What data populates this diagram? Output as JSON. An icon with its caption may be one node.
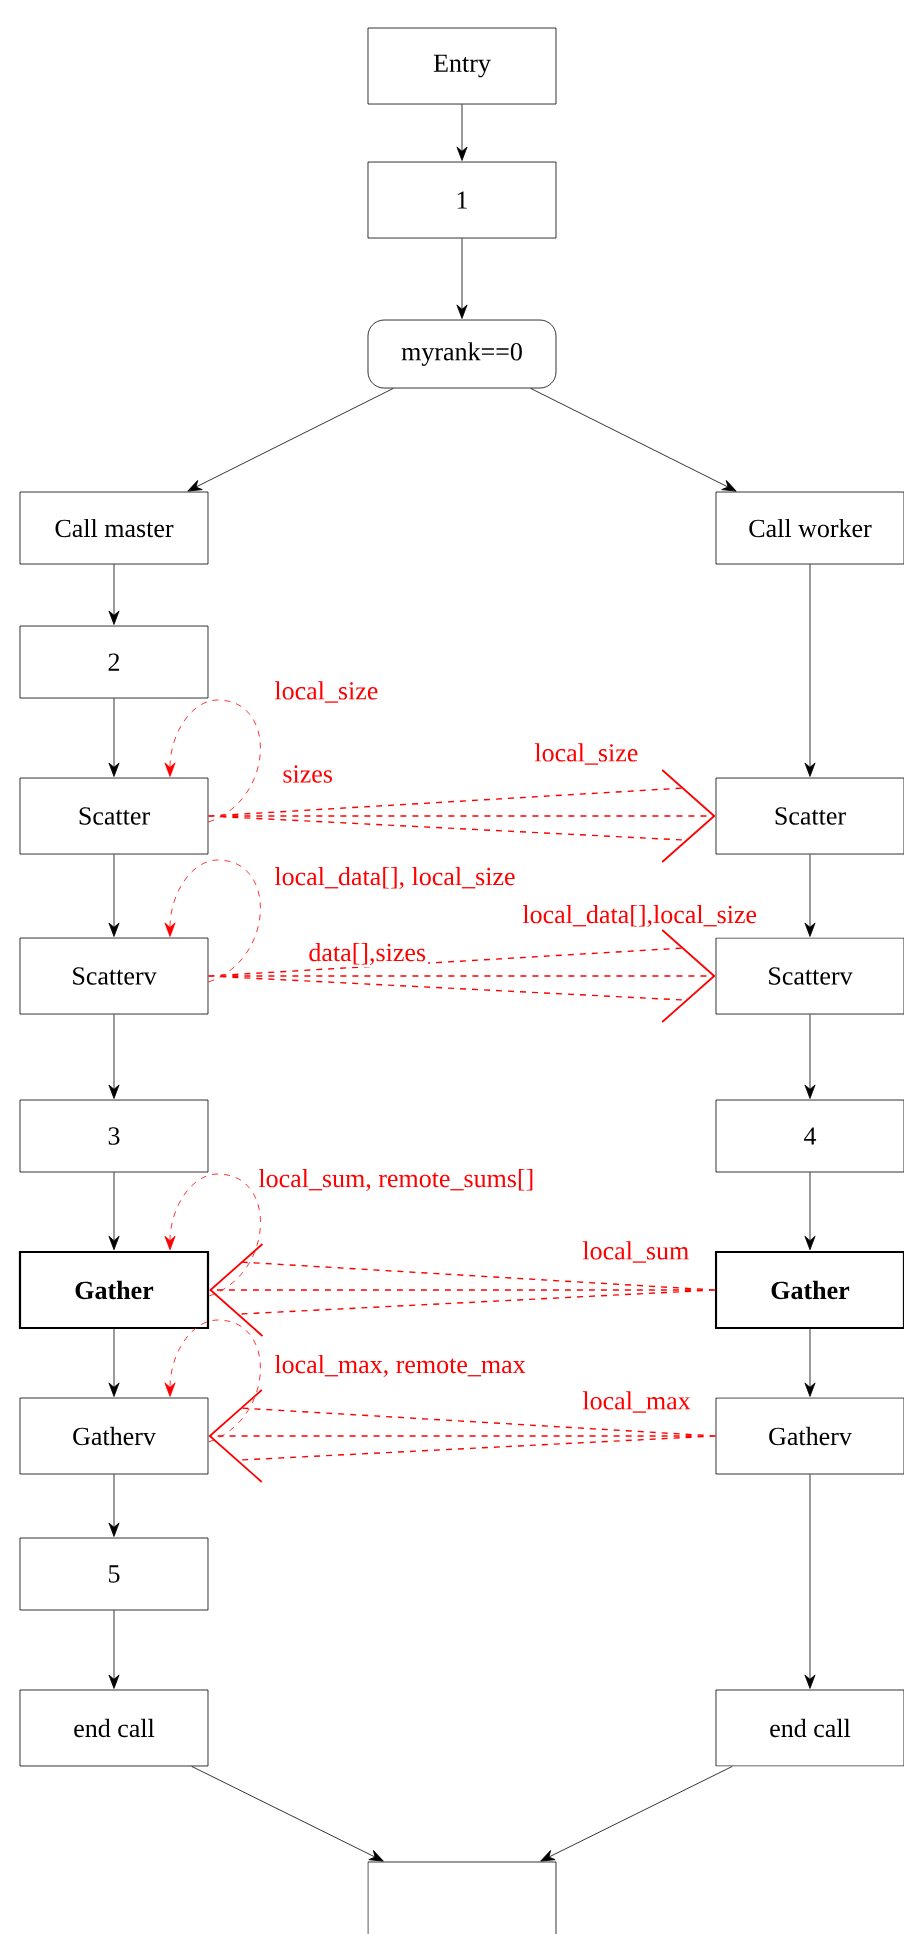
{
  "diagram": {
    "nodes": [
      {
        "text": [
          "Entry"
        ]
      },
      {
        "text": [
          "1"
        ]
      },
      {
        "text": [
          "myrank==0"
        ]
      },
      {
        "text": [
          "Call master"
        ]
      },
      {
        "text": [
          "Call worker"
        ]
      },
      {
        "text": [
          "2"
        ]
      },
      {
        "text": [
          "Scatter"
        ]
      },
      {
        "text": [
          "Scatter"
        ]
      },
      {
        "text": [
          "Scatterv"
        ]
      },
      {
        "text": [
          "Scatterv"
        ]
      },
      {
        "text": [
          "3"
        ]
      },
      {
        "text": [
          "4"
        ]
      },
      {
        "text": [
          "Gather"
        ]
      },
      {
        "text": [
          "Gather"
        ]
      },
      {
        "text": [
          "Gatherv"
        ]
      },
      {
        "text": [
          "Gatherv"
        ]
      },
      {
        "text": [
          "5"
        ]
      },
      {
        "text": [
          "end call"
        ]
      },
      {
        "text": [
          "end call"
        ]
      },
      {
        "text": [],
        "shape": "box"
      }
    ],
    "edges": [
      {
        "from": 0,
        "to": 1,
        "arrow": "to"
      },
      {
        "from": 1,
        "to": 2,
        "arrow": "to"
      },
      {
        "from": 2,
        "to": 3,
        "arrow": "to"
      },
      {
        "from": 2,
        "to": 4,
        "arrow": "to"
      },
      {
        "from": 3,
        "to": 5,
        "arrow": "to"
      },
      {
        "from": 5,
        "to": 6,
        "arrow": "to"
      },
      {
        "from": 6,
        "to": 8,
        "arrow": "to"
      },
      {
        "from": 8,
        "to": 10,
        "arrow": "to"
      },
      {
        "from": 10,
        "to": 12,
        "arrow": "to"
      },
      {
        "from": 12,
        "to": 14,
        "arrow": "to"
      },
      {
        "from": 14,
        "to": 16,
        "arrow": "to"
      },
      {
        "from": 16,
        "to": 17,
        "arrow": "to"
      },
      {
        "from": 17,
        "to": 19,
        "arrow": "to"
      },
      {
        "from": 4,
        "to": 7,
        "arrow": "to"
      },
      {
        "from": 7,
        "to": 9,
        "arrow": "to"
      },
      {
        "from": 9,
        "to": 11,
        "arrow": "to"
      },
      {
        "from": 11,
        "to": 13,
        "arrow": "to"
      },
      {
        "from": 13,
        "to": 15,
        "arrow": "to"
      },
      {
        "from": 15,
        "to": 18,
        "arrow": "to"
      },
      {
        "from": 18,
        "to": 19,
        "arrow": "to"
      },
      {
        "from": 6,
        "to": 6,
        "arrow": "to",
        "label": "local_size",
        "style": "dashed",
        "color": "#ff0000"
      },
      {
        "from": 6,
        "to": 7,
        "arrow": "to",
        "label": "sizes",
        "style": "dashed",
        "color": "#ff0000"
      },
      {
        "from": 8,
        "to": 8,
        "arrow": "to",
        "label": "local_data[], local_size",
        "style": "dashed",
        "color": "#ff0000"
      },
      {
        "from": 8,
        "to": 9,
        "arrow": "to",
        "label": "data[],sizes",
        "style": "dashed",
        "color": "#ff0000"
      },
      {
        "from": 12,
        "to": 12,
        "arrow": "to",
        "label": "local_sum, remote_sums[]",
        "style": "dashed",
        "color": "#ff0000"
      },
      {
        "from": 13,
        "to": 12,
        "arrow": "to",
        "label": "local_sum",
        "style": "dashed",
        "color": "#ff0000"
      },
      {
        "from": 14,
        "to": 14,
        "arrow": "to",
        "label": "local_max, remote_max",
        "style": "dashed",
        "color": "#ff0000"
      },
      {
        "from": 15,
        "to": 14,
        "arrow": "to",
        "label": "local_max",
        "style": "dashed",
        "color": "#ff0000"
      }
    ],
    "labels": [
      "local_size",
      "local_data[],local_size"
    ]
  }
}
